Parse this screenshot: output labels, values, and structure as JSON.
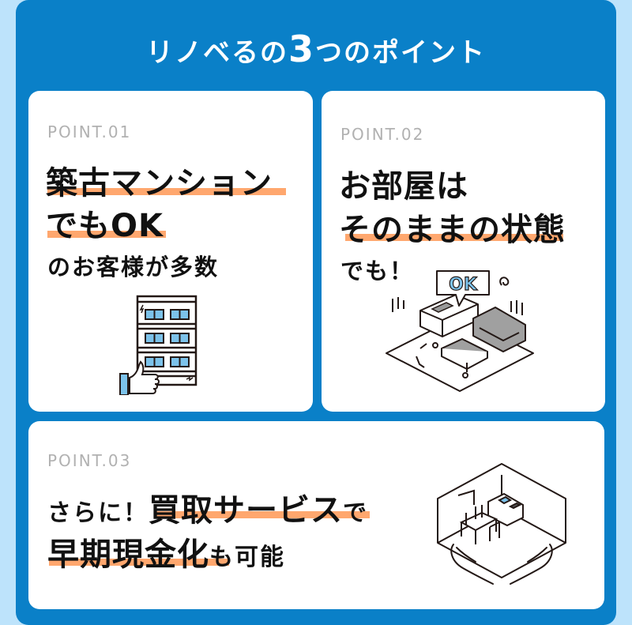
{
  "header": {
    "title_pre": "リノベるの",
    "title_number": "3",
    "title_post": "つのポイント"
  },
  "colors": {
    "background": "#bde3fb",
    "panel": "#0a80c8",
    "card": "#ffffff",
    "highlight": "#ffa76e",
    "point_label": "#b1b1b1",
    "illustration_accent": "#7cc2ea"
  },
  "points": [
    {
      "label": "POINT.01",
      "line1": "築古マンション",
      "line2": "でもOK",
      "line3": "のお客様が多数",
      "illustration": "apartment-building-thumbs-up"
    },
    {
      "label": "POINT.02",
      "line1": "お部屋は",
      "line2": "そのままの状態",
      "line3": "でも！",
      "bubble": "OK",
      "illustration": "messy-room-ok-bubble"
    },
    {
      "label": "POINT.03",
      "line1_pre": "さらに！",
      "line1_highlight": "買取サービス",
      "line1_post": "で",
      "line2_highlight": "早期現金化",
      "line2_post": "も可能",
      "illustration": "room-in-hands"
    }
  ]
}
